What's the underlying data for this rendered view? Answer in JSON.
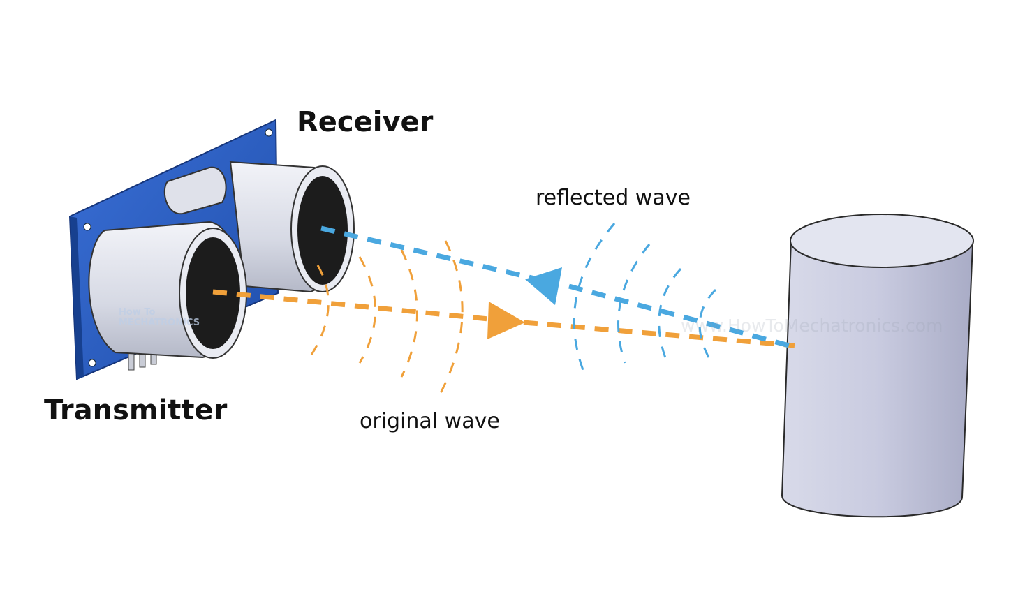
{
  "labels": {
    "receiver": "Receiver",
    "transmitter": "Transmitter",
    "reflected_wave": "reflected wave",
    "original_wave": "original wave"
  },
  "watermark": {
    "logo_line1": "How To",
    "logo_line2": "MECHATRONICS",
    "url": "www.HowToMechatronics.com"
  },
  "colors": {
    "original_wave": "#f0a03a",
    "reflected_wave": "#4aa8e0",
    "board": "#2b5fc8",
    "cylinder": "#c9cce0",
    "text": "#111111"
  },
  "icons": {
    "sensor": "ultrasonic-sensor-icon",
    "object": "cylinder-object-icon"
  }
}
